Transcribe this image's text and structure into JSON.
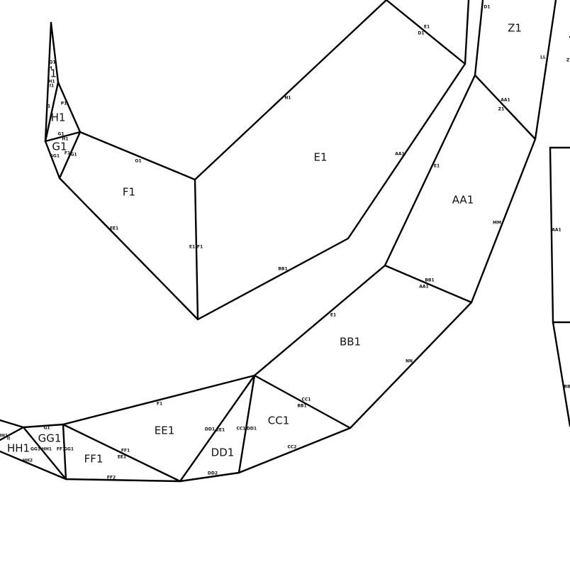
{
  "colors": {
    "line": "#000000",
    "background": "#ffffff",
    "text": "#111111"
  },
  "faces": [
    {
      "id": "I1",
      "label": "I1"
    },
    {
      "id": "H1",
      "label": "H1"
    },
    {
      "id": "G1",
      "label": "G1"
    },
    {
      "id": "F1",
      "label": "F1"
    },
    {
      "id": "E1",
      "label": "E1"
    },
    {
      "id": "Z1",
      "label": "Z1"
    },
    {
      "id": "AA1",
      "label": "AA1"
    },
    {
      "id": "BB1",
      "label": "BB1"
    },
    {
      "id": "CC1",
      "label": "CC1"
    },
    {
      "id": "DD1",
      "label": "DD1"
    },
    {
      "id": "EE1",
      "label": "EE1"
    },
    {
      "id": "FF1",
      "label": "FF1"
    },
    {
      "id": "GG1",
      "label": "GG1"
    },
    {
      "id": "HH1",
      "label": "HH1"
    }
  ],
  "edge_labels": [
    {
      "id": "e-d1-top",
      "label": "D1"
    },
    {
      "id": "e-e1-a",
      "label": "E1"
    },
    {
      "id": "e-d1-b",
      "label": "D1"
    },
    {
      "id": "e-n1",
      "label": "N1"
    },
    {
      "id": "e-aa1-e1",
      "label": "AA1"
    },
    {
      "id": "e-o1",
      "label": "O1"
    },
    {
      "id": "e-bb1-e1",
      "label": "BB1"
    },
    {
      "id": "e-e1-f1",
      "label": "E1"
    },
    {
      "id": "e-f1-e1",
      "label": "F1"
    },
    {
      "id": "e-ee1-f1",
      "label": "EE1"
    },
    {
      "id": "e-ll",
      "label": "LL"
    },
    {
      "id": "e-aa1-z1",
      "label": "AA1"
    },
    {
      "id": "e-z1-aa1",
      "label": "Z1"
    },
    {
      "id": "e-e1-aa1",
      "label": "E1"
    },
    {
      "id": "e-mm",
      "label": "MM"
    },
    {
      "id": "e-bb1-aa1",
      "label": "BB1"
    },
    {
      "id": "e-aa1-bb1",
      "label": "AA1"
    },
    {
      "id": "e-e1-bb1",
      "label": "E1"
    },
    {
      "id": "e-nn",
      "label": "NN"
    },
    {
      "id": "e-cc1-bb1",
      "label": "CC1"
    },
    {
      "id": "e-bb1-cc1",
      "label": "BB1"
    },
    {
      "id": "e-f1-ee1",
      "label": "F1"
    },
    {
      "id": "e-cc1-dd1",
      "label": "CC1"
    },
    {
      "id": "e-dd1-cc1",
      "label": "DD1"
    },
    {
      "id": "e-dd1-ee1",
      "label": "DD1"
    },
    {
      "id": "e-ee1-dd1",
      "label": "EE1"
    },
    {
      "id": "e-cc2",
      "label": "CC2"
    },
    {
      "id": "e-dd2",
      "label": "DD2"
    },
    {
      "id": "e-ff1-ee1",
      "label": "FF1"
    },
    {
      "id": "e-ee1-ff1",
      "label": "EE1"
    },
    {
      "id": "e-ff2",
      "label": "FF2"
    },
    {
      "id": "e-g1-gg1",
      "label": "G1"
    },
    {
      "id": "e-gg1-ff1",
      "label": "GG1"
    },
    {
      "id": "e-ff1-gg1",
      "label": "FF1"
    },
    {
      "id": "e-gg1-hh1",
      "label": "GG1"
    },
    {
      "id": "e-hh1-gg1",
      "label": "HH1"
    },
    {
      "id": "e-hh1-left",
      "label": "HH1"
    },
    {
      "id": "e-ii",
      "label": "II"
    },
    {
      "id": "e-hh2",
      "label": "HH2"
    },
    {
      "id": "e-q1",
      "label": "Q1"
    },
    {
      "id": "e-h-small",
      "label": "H"
    },
    {
      "id": "e-h1-i1",
      "label": "H1"
    },
    {
      "id": "e-i1-h1",
      "label": "I1"
    },
    {
      "id": "e-i1-left",
      "label": "I1"
    },
    {
      "id": "e-p1",
      "label": "P1"
    },
    {
      "id": "e-g1-h1",
      "label": "G1"
    },
    {
      "id": "e-h1-g1",
      "label": "H1"
    },
    {
      "id": "e-gg1-g1",
      "label": "GG1"
    },
    {
      "id": "e-f1-g1",
      "label": "F1"
    },
    {
      "id": "e-g1-f1",
      "label": "G1"
    },
    {
      "id": "e-aa1-right",
      "label": "AA1"
    },
    {
      "id": "e-bb-right",
      "label": "BB"
    },
    {
      "id": "e-z-right",
      "label": "Z"
    }
  ]
}
